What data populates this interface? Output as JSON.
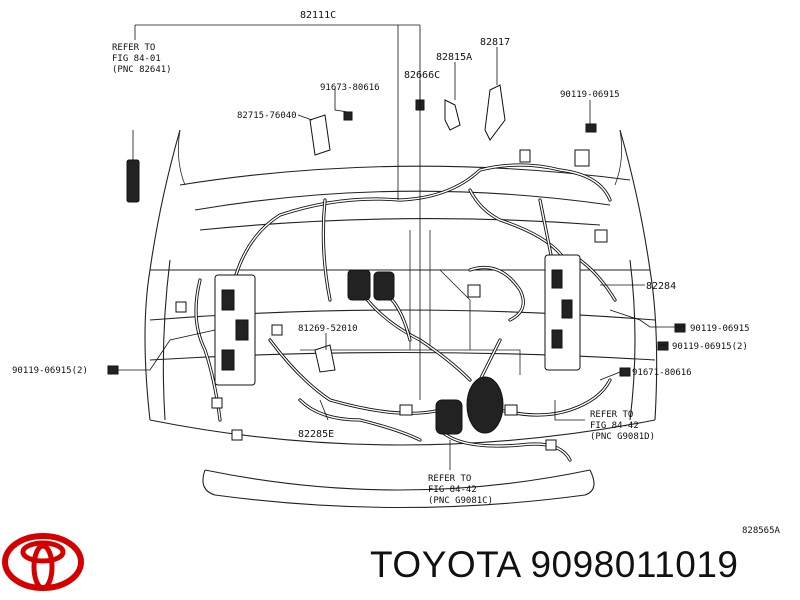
{
  "diagram": {
    "labels": {
      "harness_main": "82111C",
      "refer_top_1": "REFER TO",
      "refer_top_2": "FIG 84-01",
      "refer_top_3": "(PNC 82641)",
      "p82817": "82817",
      "p82815a": "82815A",
      "p82666c": "82666C",
      "p91673": "91673-80616",
      "p82715": "82715-76040",
      "p90119_top": "90119-06915",
      "p82284": "82284",
      "p90119_r1": "90119-06915",
      "p90119_r2": "90119-06915(2)",
      "p81269": "81269-52010",
      "p90119_left": "90119-06915(2)",
      "p91671": "91671-80616",
      "refer_right_1": "REFER TO",
      "refer_right_2": "FIG 84-42",
      "refer_right_3": "(PNC G9081D)",
      "p82285e": "82285E",
      "refer_bottom_1": "REFER TO",
      "refer_bottom_2": "FIG 84-42",
      "refer_bottom_3": "(PNC G9081C)",
      "code": "828565A"
    }
  },
  "footer": {
    "brand_text": "TOYOTA 9098011019",
    "logo_color": "#d40000"
  }
}
